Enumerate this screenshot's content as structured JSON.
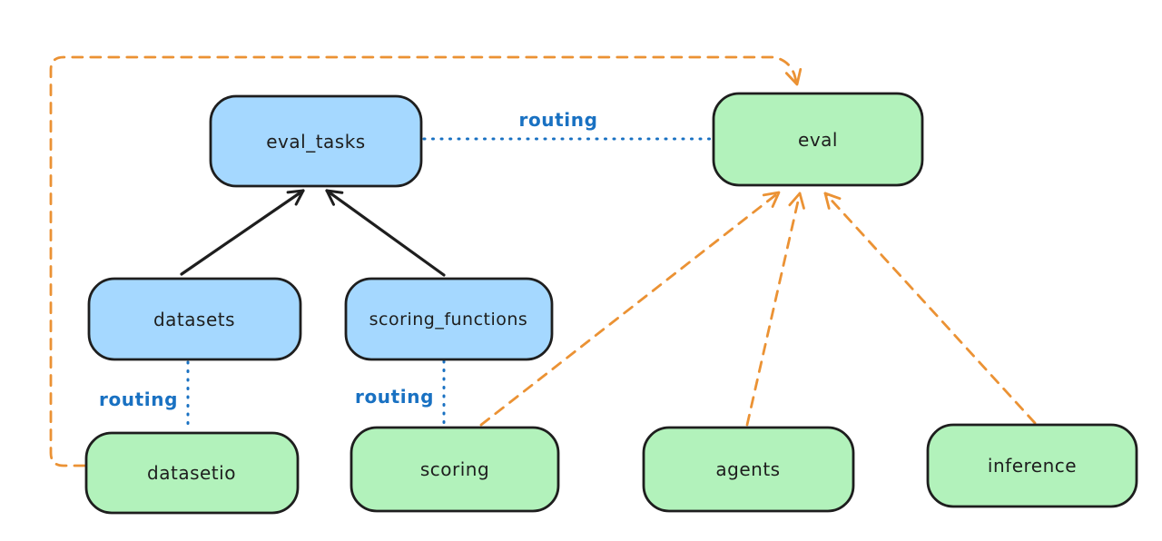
{
  "diagram": {
    "background": "#ffffff",
    "colors": {
      "node_stroke": "#1e1e1e",
      "node_text": "#1e1e1e",
      "blue_node_fill": "#a5d8ff",
      "green_node_fill": "#b2f2bb",
      "routing_blue": "#1971c2",
      "orange": "#eb9234",
      "black_edge": "#1e1e1e"
    },
    "nodes": {
      "eval_tasks": {
        "label": "eval_tasks",
        "color": "blue"
      },
      "eval": {
        "label": "eval",
        "color": "green"
      },
      "datasets": {
        "label": "datasets",
        "color": "blue"
      },
      "scoring_functions": {
        "label": "scoring_functions",
        "color": "blue"
      },
      "datasetio": {
        "label": "datasetio",
        "color": "green"
      },
      "scoring": {
        "label": "scoring",
        "color": "green"
      },
      "agents": {
        "label": "agents",
        "color": "green"
      },
      "inference": {
        "label": "inference",
        "color": "green"
      }
    },
    "edge_labels": {
      "eval_tasks_eval": "routing",
      "datasets_datasetio": "routing",
      "scoring_functions_scoring": "routing"
    },
    "edges": [
      {
        "from": "datasets",
        "to": "eval_tasks",
        "style": "solid-arrow",
        "color": "black"
      },
      {
        "from": "scoring_functions",
        "to": "eval_tasks",
        "style": "solid-arrow",
        "color": "black"
      },
      {
        "from": "eval_tasks",
        "to": "eval",
        "style": "dotted",
        "color": "blue",
        "label": "routing"
      },
      {
        "from": "datasets",
        "to": "datasetio",
        "style": "dotted",
        "color": "blue",
        "label": "routing"
      },
      {
        "from": "scoring_functions",
        "to": "scoring",
        "style": "dotted",
        "color": "blue",
        "label": "routing"
      },
      {
        "from": "datasetio",
        "to": "eval",
        "style": "dashed-arrow",
        "color": "orange"
      },
      {
        "from": "scoring",
        "to": "eval",
        "style": "dashed-arrow",
        "color": "orange"
      },
      {
        "from": "agents",
        "to": "eval",
        "style": "dashed-arrow",
        "color": "orange"
      },
      {
        "from": "inference",
        "to": "eval",
        "style": "dashed-arrow",
        "color": "orange"
      }
    ]
  }
}
